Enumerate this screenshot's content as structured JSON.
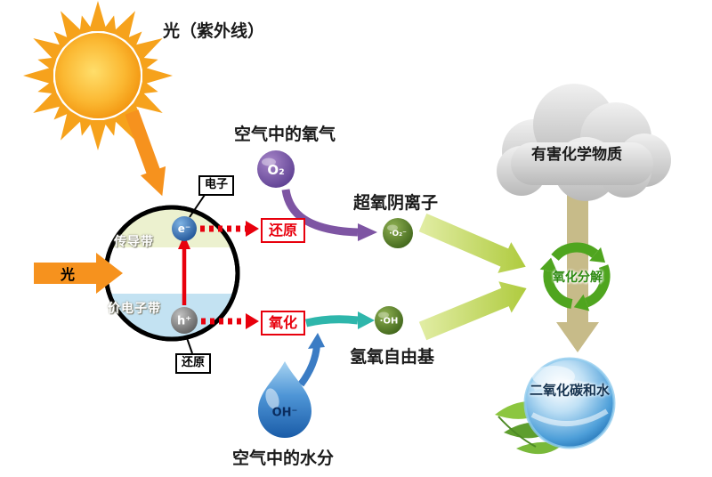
{
  "colors": {
    "sun_orange": "#F6A21C",
    "arrow_orange": "#F6921E",
    "accent_red": "#E8000D",
    "purple": "#7E55A3",
    "teal": "#2EB6AB",
    "blue": "#3B7CC4",
    "light_green": "#AFCB3E",
    "recycle_green": "#4FA51F",
    "tan": "#C7BB89",
    "radical_green": "#3C6218"
  },
  "sun": {
    "label": "光（紫外线）"
  },
  "light_beam": {
    "label": "光"
  },
  "particle": {
    "conduction_band": "传导带",
    "valence_band": "价电子带",
    "electron_symbol": "e⁻",
    "hole_symbol": "h⁺",
    "electron_tag": "电子",
    "hole_tag": "还原"
  },
  "reactions": {
    "reduction": "还原",
    "oxidation": "氧化"
  },
  "oxygen": {
    "title": "空气中的氧气",
    "molecule": "O₂"
  },
  "superoxide": {
    "title": "超氧阴离子",
    "radical": "·O₂⁻"
  },
  "hydroxyl": {
    "title": "氢氧自由基",
    "radical": "·OH"
  },
  "water": {
    "title": "空气中的水分",
    "ion": "OH⁻"
  },
  "pollutant": {
    "label": "有害化学物质"
  },
  "decomposition": {
    "label": "氧化分解"
  },
  "products": {
    "label": "二氧化碳和水"
  }
}
